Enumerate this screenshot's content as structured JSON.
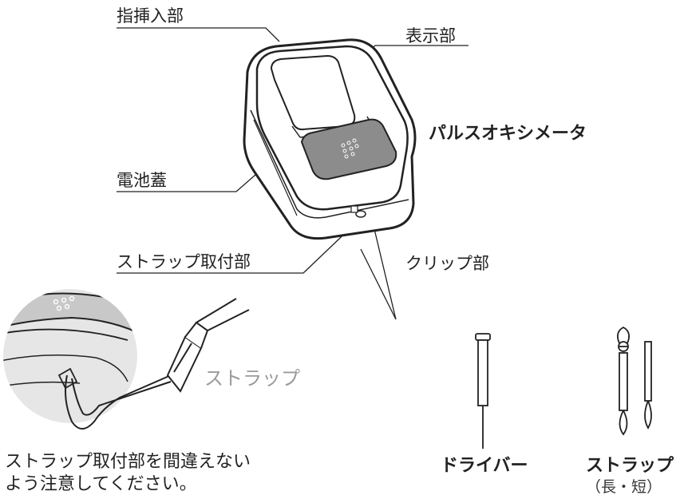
{
  "labels": {
    "finger_insert": "指挿入部",
    "display": "表示部",
    "product": "パルスオキシメータ",
    "battery_cover": "電池蓋",
    "strap_mount": "ストラップ取付部",
    "clip": "クリップ部",
    "strap_inset": "ストラップ",
    "driver": "ドライバー",
    "strap": "ストラップ",
    "strap_sub": "（長・短）"
  },
  "note": {
    "line1": "ストラップ取付部を間違えない",
    "line2": "よう注意してください。"
  },
  "colors": {
    "line": "#222222",
    "button": "#8c8c8c",
    "inset_bg": "#e6e6e6"
  }
}
